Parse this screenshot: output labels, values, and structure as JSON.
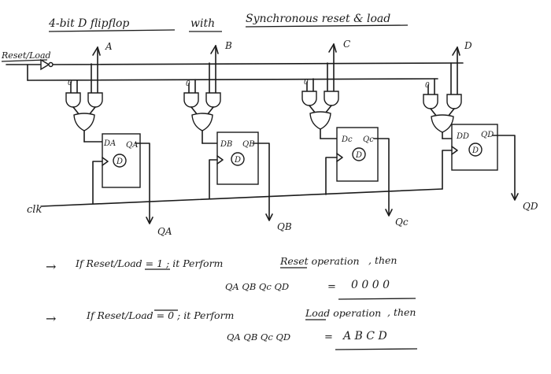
{
  "title": {
    "part1": "4-bit D flipflop",
    "part2": "with",
    "part3": "Synchronous reset & load"
  },
  "control_input": "Reset/Load",
  "clock_label": "clk",
  "inputs": [
    "A",
    "B",
    "C",
    "D"
  ],
  "flipflops": [
    {
      "d_pin": "DA",
      "q_pin": "QA",
      "body": "D",
      "output": "QA"
    },
    {
      "d_pin": "DB",
      "q_pin": "QB",
      "body": "D",
      "output": "QB"
    },
    {
      "d_pin": "Dc",
      "q_pin": "Qc",
      "body": "D",
      "output": "Qc"
    },
    {
      "d_pin": "DD",
      "q_pin": "QD",
      "body": "D",
      "output": "QD"
    }
  ],
  "gate_constant": "0",
  "notes": [
    {
      "arrow": "→",
      "condition": "If Reset/Load = 1 ; it Perform",
      "operation": "Reset operation",
      "tail": ", then",
      "outputs": "QA QB Qc QD",
      "equals": "=",
      "result": "0 0 0 0"
    },
    {
      "arrow": "→",
      "condition": "If Reset/Load = 0 ; it Perform",
      "operation": "Load operation",
      "tail": ", then",
      "outputs": "QA QB Qc QD",
      "equals": "=",
      "result": "A B C D"
    }
  ]
}
